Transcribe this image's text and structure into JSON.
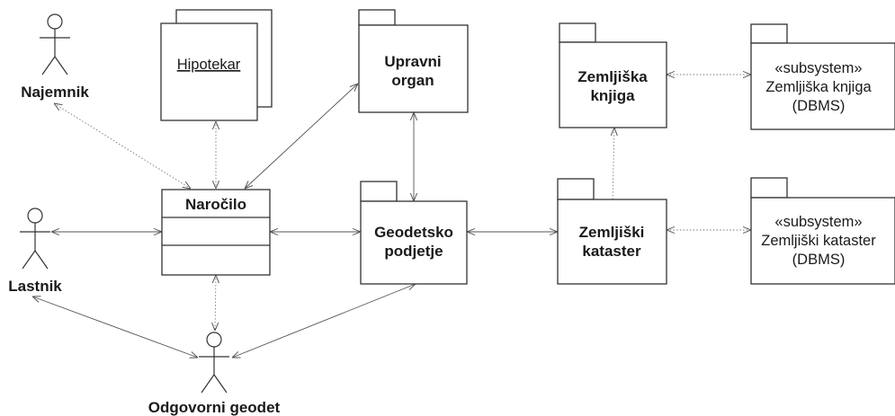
{
  "actors": {
    "najemnik": "Najemnik",
    "lastnik": "Lastnik",
    "odgovorni_geodet": "Odgovorni geodet"
  },
  "hipotekar": "Hipotekar",
  "narocilo": "Naročilo",
  "upravni_organ": [
    "Upravni",
    "organ"
  ],
  "geodetsko_podjetje": [
    "Geodetsko",
    "podjetje"
  ],
  "zemljiska_knjiga": [
    "Zemljiška",
    "knjiga"
  ],
  "zemljiski_kataster": [
    "Zemljiški",
    "kataster"
  ],
  "subsystem_knjiga": [
    "«subsystem»",
    "Zemljiška knjiga",
    "(DBMS)"
  ],
  "subsystem_kataster": [
    "«subsystem»",
    "Zemljiški kataster",
    "(DBMS)"
  ]
}
